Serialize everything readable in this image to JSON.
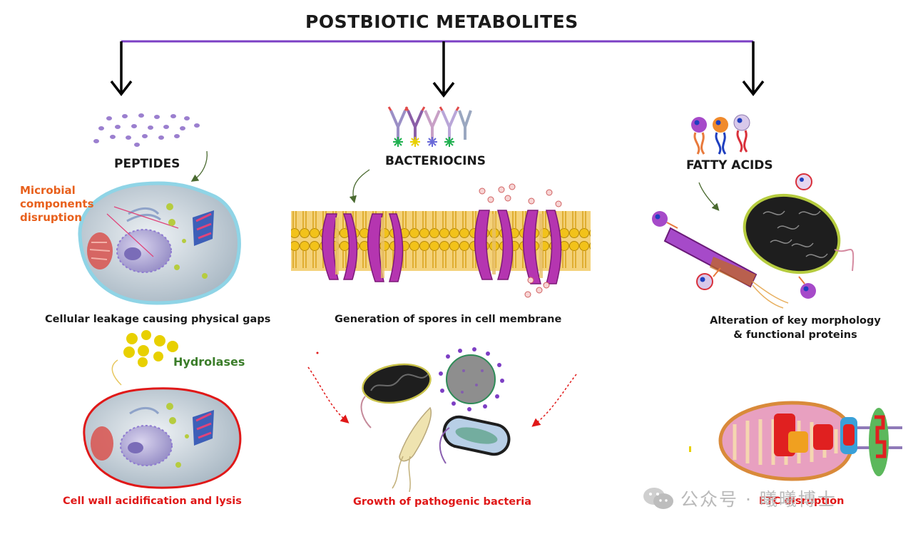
{
  "title": "POSTBIOTIC METABOLITES",
  "categories": {
    "peptides": "PEPTIDES",
    "bacteriocins": "BACTERIOCINS",
    "fatty_acids": "FATTY ACIDS"
  },
  "labels": {
    "microbial_disruption": [
      "Microbial",
      "components",
      "disruption"
    ],
    "cellular_leakage": "Cellular leakage causing physical gaps",
    "hydrolases": "Hydrolases",
    "cell_wall_lysis": "Cell wall acidification and lysis",
    "spores": "Generation of spores in cell membrane",
    "pathogenic_growth": "Growth of pathogenic bacteria",
    "morphology": [
      "Alteration of key morphology",
      "& functional proteins"
    ],
    "etc_disruption": "ETC disruption"
  },
  "watermark": "公众号 · 曦曦博士",
  "colors": {
    "bracket": "#7b3fc4",
    "label_red": "#e01818",
    "label_orange": "#e8601c",
    "label_green": "#3b7d2a"
  }
}
